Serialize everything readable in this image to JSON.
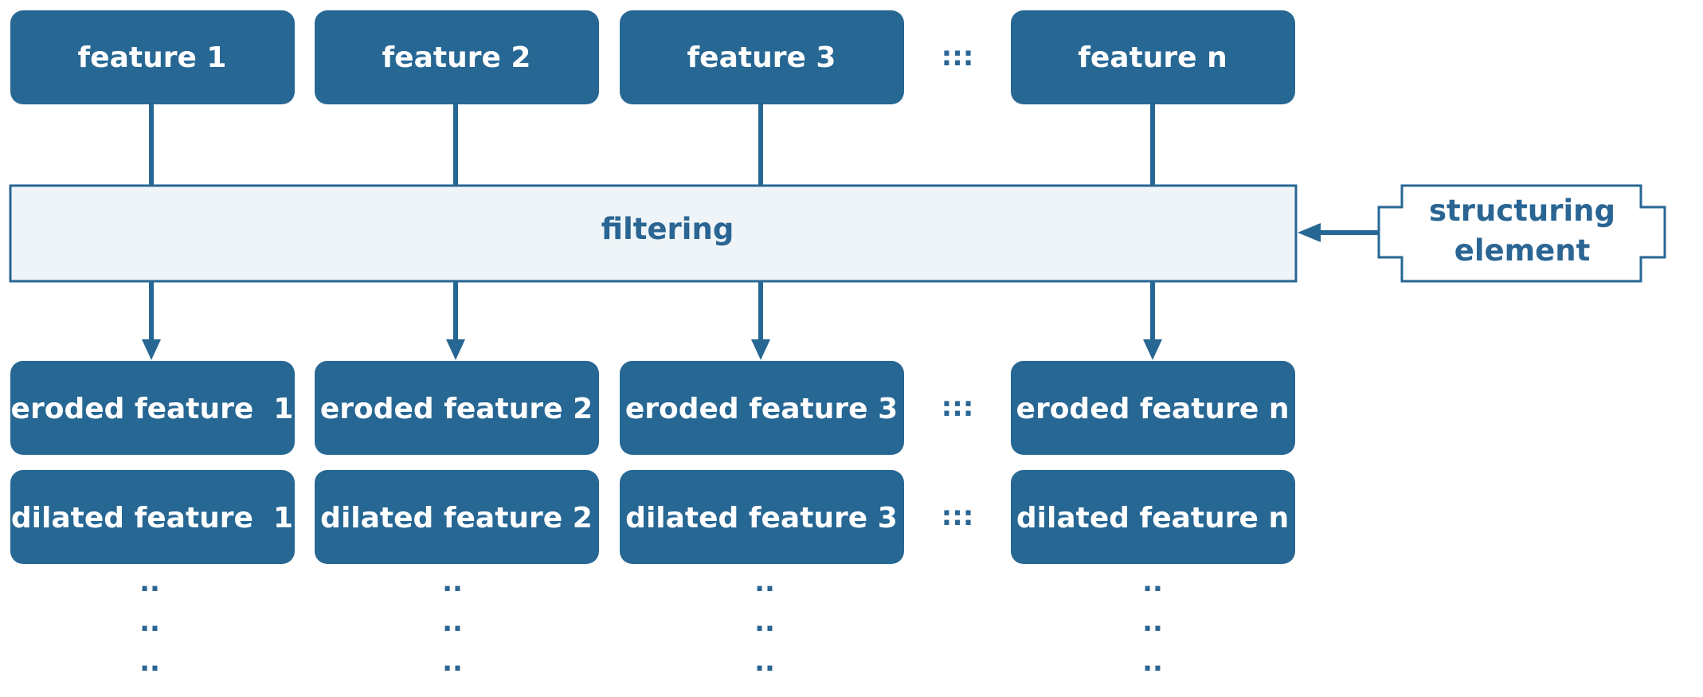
{
  "colors": {
    "box_fill": "#276794",
    "line": "#276794",
    "filter_fill": "#eef4f7",
    "text_light": "#ffffff",
    "text_dark": "#2a6593"
  },
  "features": [
    "feature 1",
    "feature 2",
    "feature 3",
    "feature n"
  ],
  "eroded": [
    "eroded feature  1",
    "eroded feature 2",
    "eroded feature 3",
    "eroded feature n"
  ],
  "dilated": [
    "dilated feature  1",
    "dilated feature 2",
    "dilated feature 3",
    "dilated feature n"
  ],
  "row_gap_marker": ":::",
  "continuation_marker": "..",
  "filter_label": "filtering",
  "structuring_element": {
    "line1": "structuring",
    "line2": "element"
  }
}
